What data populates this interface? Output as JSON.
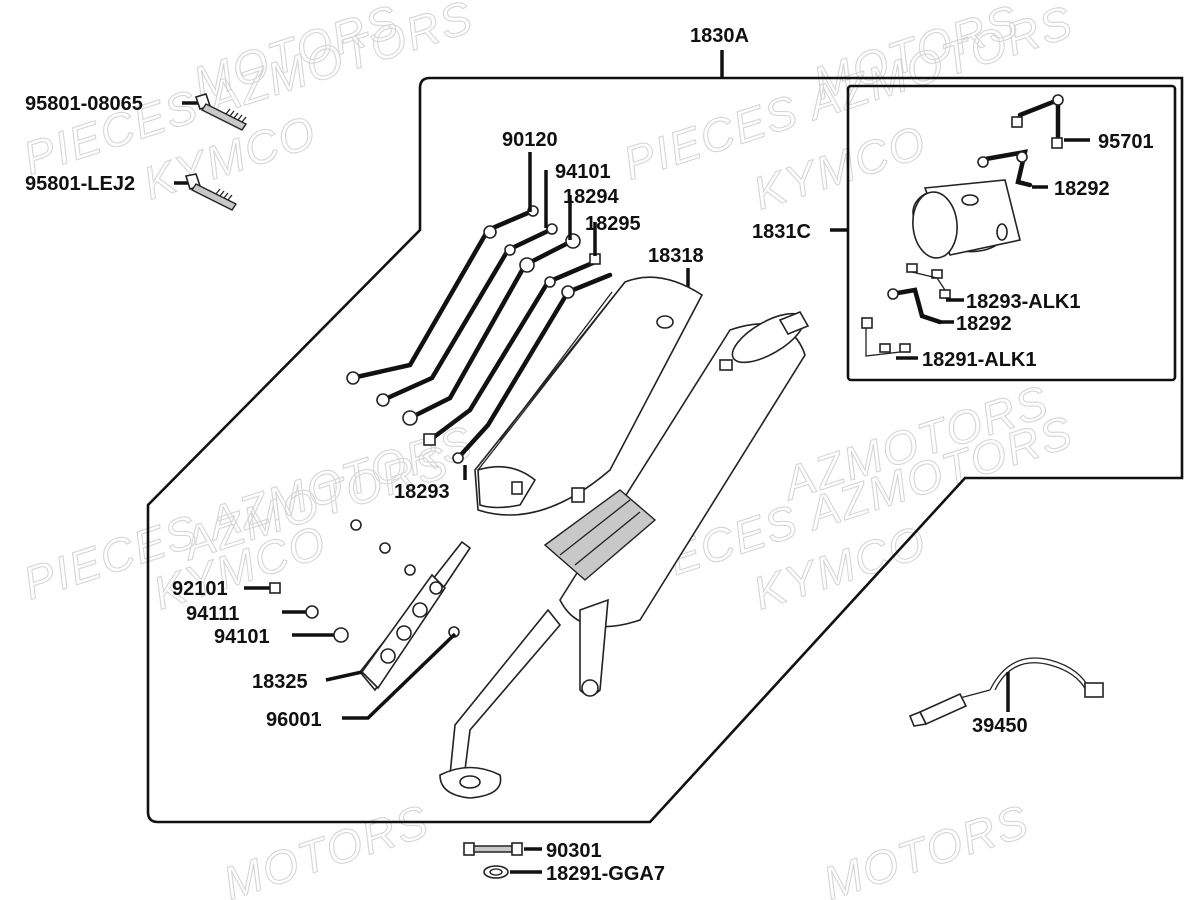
{
  "watermarks": {
    "line1": "PIECES AZMOTORS",
    "line2": "KYMCO",
    "partial1": "MOTORS",
    "partial2": "AZMOTORS",
    "partial3": "YMCO"
  },
  "labels": {
    "main_assembly": "1830A",
    "bolt_1": "95801-08065",
    "bolt_2": "95801-LEJ2",
    "bolt_90120": "90120",
    "washer_94101_top": "94101",
    "collar_18294": "18294",
    "collar_18295": "18295",
    "heat_shield_18318": "18318",
    "nut_18293": "18293",
    "bolt_92101": "92101",
    "washer_94111": "94111",
    "washer_94101_bottom": "94101",
    "protector_18325": "18325",
    "bolt_96001": "96001",
    "catalyst_1831C": "1831C",
    "bolt_95701": "95701",
    "gasket_18292_top": "18292",
    "clip_18293_alk1": "18293-ALK1",
    "gasket_18292_bottom": "18292",
    "clip_18291_alk1": "18291-ALK1",
    "o2_sensor_39450": "39450",
    "stud_90301": "90301",
    "gasket_18291_gga7": "18291-GGA7"
  },
  "colors": {
    "line": "#111111",
    "watermark": "#d6d6d6",
    "background": "#ffffff"
  }
}
